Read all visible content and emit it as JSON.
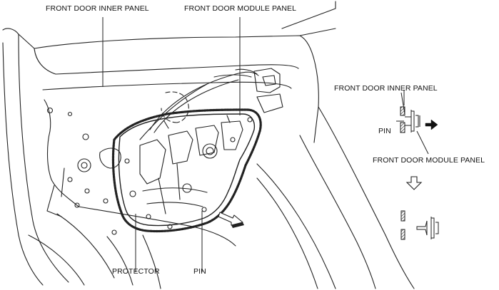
{
  "labels": {
    "front_door_inner_panel": "FRONT DOOR INNER PANEL",
    "front_door_module_panel": "FRONT DOOR MODULE PANEL",
    "protector": "PROTECTOR",
    "pin": "PIN"
  },
  "detail": {
    "front_door_inner_panel": "FRONT DOOR INNER PANEL",
    "pin": "PIN",
    "front_door_module_panel": "FRONT DOOR MODULE PANEL"
  }
}
